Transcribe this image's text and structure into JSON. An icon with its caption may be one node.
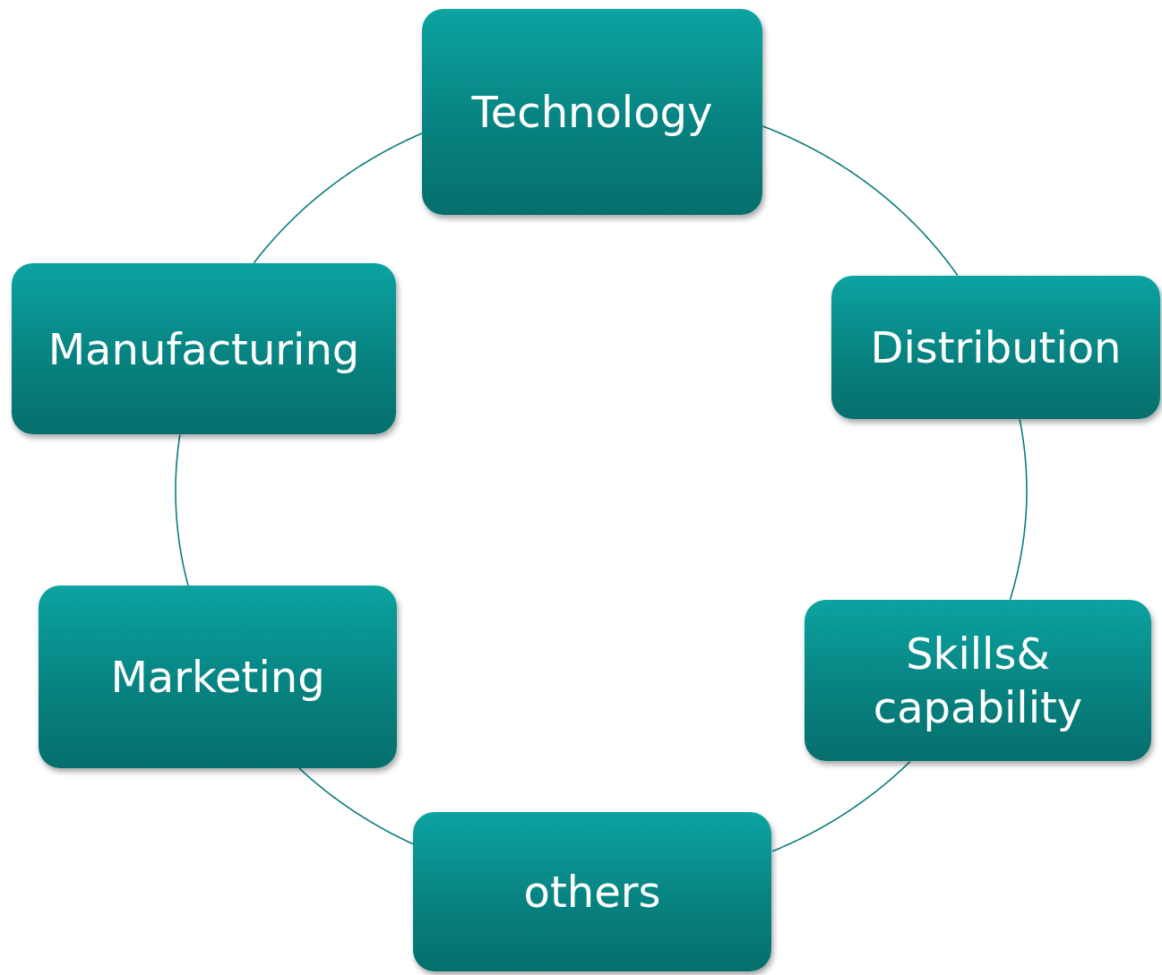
{
  "diagram": {
    "nodes": [
      {
        "text": [
          "Technology"
        ]
      },
      {
        "text": [
          "Distribution"
        ]
      },
      {
        "text": [
          "Skills& capability"
        ]
      },
      {
        "text": [
          "others"
        ]
      },
      {
        "text": [
          "Marketing"
        ]
      },
      {
        "text": [
          "Manufacturing"
        ]
      }
    ],
    "edges": [
      {
        "from": 0,
        "to": 1,
        "arrow": "none"
      },
      {
        "from": 1,
        "to": 2,
        "arrow": "none"
      },
      {
        "from": 2,
        "to": 3,
        "arrow": "none"
      },
      {
        "from": 3,
        "to": 4,
        "arrow": "none"
      },
      {
        "from": 4,
        "to": 5,
        "arrow": "none"
      },
      {
        "from": 5,
        "to": 0,
        "arrow": "none"
      }
    ]
  }
}
